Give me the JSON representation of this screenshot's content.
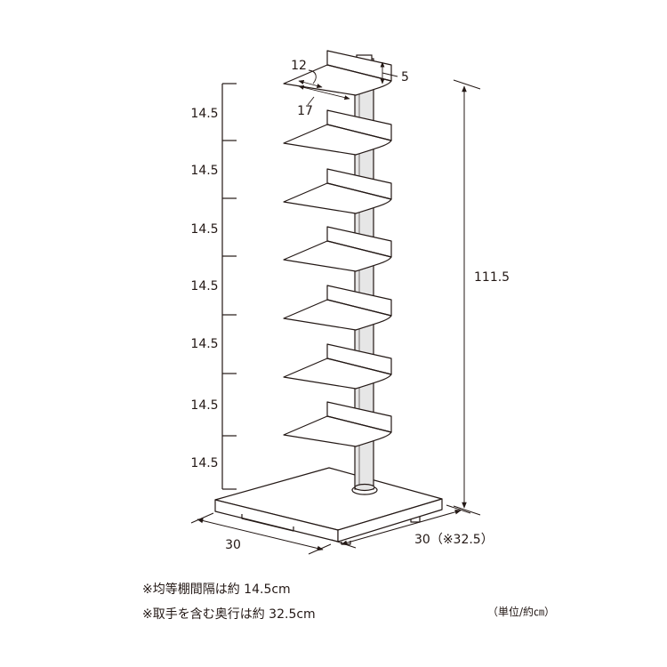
{
  "dimensions": {
    "shelf_spacings": [
      "14.5",
      "14.5",
      "14.5",
      "14.5",
      "14.5",
      "14.5",
      "14.5"
    ],
    "total_height": "111.5",
    "width": "30",
    "depth": "30（※32.5）",
    "shelf_depth": "12",
    "shelf_width": "17",
    "shelf_lip": "5"
  },
  "notes": {
    "spacing_note": "※均等棚間隔は約 14.5cm",
    "depth_note": "※取手を含む奥行は約 32.5cm",
    "unit": "（単位/約㎝）"
  },
  "colors": {
    "line": "#231815",
    "pole": "#e6e6e6"
  }
}
